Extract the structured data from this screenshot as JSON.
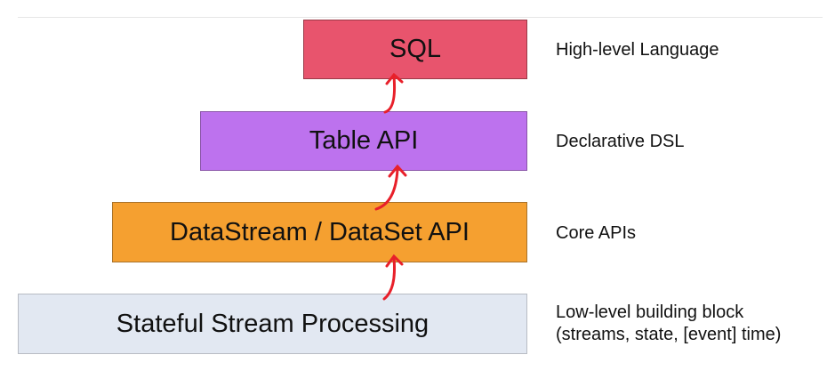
{
  "layers": [
    {
      "name": "SQL",
      "description": "High-level Language",
      "color": "#e8546d"
    },
    {
      "name": "Table API",
      "description": "Declarative DSL",
      "color": "#bd72ee"
    },
    {
      "name": "DataStream / DataSet API",
      "description": "Core APIs",
      "color": "#f5a030"
    },
    {
      "name": "Stateful Stream Processing",
      "description": "Low-level building block\n(streams, state, [event] time)",
      "color": "#e2e8f2"
    }
  ],
  "arrow_color": "#e8202a"
}
